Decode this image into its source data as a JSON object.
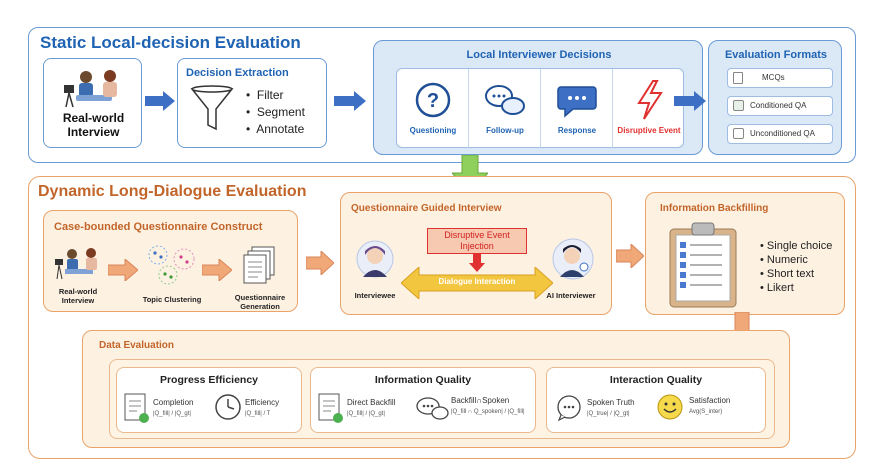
{
  "static_section": {
    "title": "Static Local-decision Evaluation",
    "real_world_label": "Real-world Interview",
    "decision_extraction": {
      "title": "Decision Extraction",
      "items": [
        "Filter",
        "Segment",
        "Annotate"
      ]
    },
    "local_decisions": {
      "title": "Local Interviewer Decisions",
      "items": [
        "Questioning",
        "Follow-up",
        "Response",
        "Disruptive Event"
      ]
    },
    "evaluation_formats": {
      "title": "Evaluation Formats",
      "items": [
        "MCQs",
        "Conditioned QA",
        "Unconditioned QA"
      ]
    }
  },
  "dynamic_section": {
    "title": "Dynamic Long-Dialogue Evaluation",
    "case_bounded": {
      "title": "Case-bounded Questionnaire Construct",
      "labels": [
        "Real-world Interview",
        "Topic Clustering",
        "Questionnaire Generation"
      ]
    },
    "guided_interview": {
      "title": "Questionnaire Guided Interview",
      "disruptive": "Disruptive Event Injection",
      "dialogue": "Dialogue Interaction",
      "interviewee": "Interviewee",
      "ai_interviewer": "AI Interviewer"
    },
    "backfilling": {
      "title": "Information Backfilling",
      "items": [
        "Single choice",
        "Numeric",
        "Short text",
        "Likert"
      ]
    },
    "data_evaluation": {
      "title": "Data Evaluation",
      "progress": {
        "title": "Progress Efficiency",
        "m1": "Completion",
        "m1_sub": "|Q_fill| / |Q_gt|",
        "m2": "Efficiency",
        "m2_sub": "|Q_fill| / T"
      },
      "info": {
        "title": "Information Quality",
        "m1": "Direct Backfill",
        "m1_sub": "|Q_fill| / |Q_gt|",
        "m2": "Backfill∩Spoken",
        "m2_sub": "|Q_fill ∩ Q_spoken| / |Q_fill|"
      },
      "interaction": {
        "title": "Interaction Quality",
        "m1": "Spoken Truth",
        "m1_sub": "|Q_true| / |Q_gt|",
        "m2": "Satisfaction",
        "m2_sub": "Avg(S_inter)"
      }
    }
  },
  "colors": {
    "blue_accent": "#1f63b3",
    "orange_accent": "#c2652a",
    "arrow_blue": "#3d6fc4",
    "arrow_green": "#8fcf5b",
    "arrow_orange": "#f0a878",
    "disruptive_red": "#e03030"
  }
}
